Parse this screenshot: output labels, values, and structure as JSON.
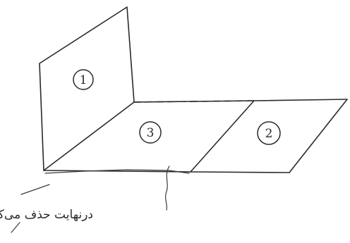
{
  "diagram": {
    "panels": [
      {
        "id": "panel-1",
        "label": "1"
      },
      {
        "id": "panel-2",
        "label": "2"
      },
      {
        "id": "panel-3",
        "label": "3"
      }
    ],
    "annotation": "درنهایت حذف می‌کنیم"
  }
}
